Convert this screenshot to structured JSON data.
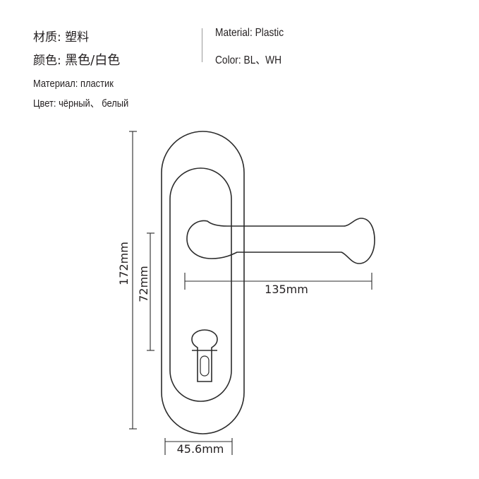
{
  "specs": {
    "cn_material_label": "材质:",
    "cn_material_value": "塑料",
    "cn_color_label": "颜色:",
    "cn_color_value": "黑色/白色",
    "en_material": "Material: Plastic",
    "en_color": "Color: BL、WH",
    "ru_material": "Материал: пластик",
    "ru_color": "Цвет: чёрный、 белый"
  },
  "dimensions": {
    "total_height": "172mm",
    "hole_distance": "72mm",
    "handle_length": "135mm",
    "plate_width": "45.6mm"
  }
}
